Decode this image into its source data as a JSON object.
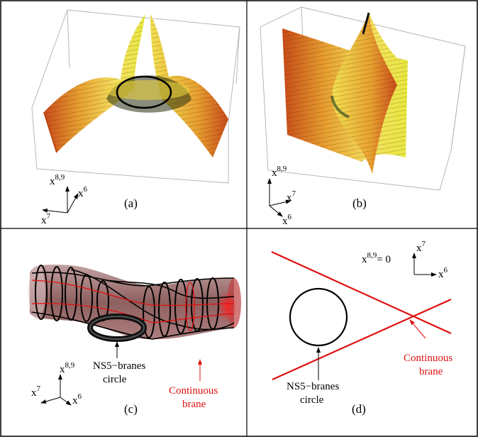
{
  "panels": {
    "a": {
      "caption": "(a)",
      "axes": {
        "x89": "x",
        "x89_sup": "8,9",
        "x6": "x",
        "x6_sup": "6",
        "x7": "x",
        "x7_sup": "7"
      }
    },
    "b": {
      "caption": "(b)",
      "axes": {
        "x89": "x",
        "x89_sup": "8,9",
        "x7": "x",
        "x7_sup": "7",
        "x6": "x",
        "x6_sup": "6"
      }
    },
    "c": {
      "caption": "(c)",
      "label_ns5_line1": "NS5−branes",
      "label_ns5_line2": "circle",
      "label_cont_line1": "Continuous",
      "label_cont_line2": "brane",
      "axes": {
        "x89": "x",
        "x89_sup": "8,9",
        "x7": "x",
        "x7_sup": "7",
        "x6": "x",
        "x6_sup": "6"
      }
    },
    "d": {
      "caption": "(d)",
      "eq_base": "x",
      "eq_sup": "8,9",
      "eq_rest": "= 0",
      "label_ns5_line1": "NS5−branes",
      "label_ns5_line2": "circle",
      "label_cont_line1": "Continuous",
      "label_cont_line2": "brane",
      "axes": {
        "x7": "x",
        "x7_sup": "7",
        "x6": "x",
        "x6_sup": "6"
      }
    }
  },
  "colors": {
    "brane_red": "#e01010",
    "surface_yellow": "#f0d020",
    "surface_orange": "#d86820",
    "tube": "#8a5a5a",
    "frame": "#000000",
    "box": "#b0b0b0"
  }
}
